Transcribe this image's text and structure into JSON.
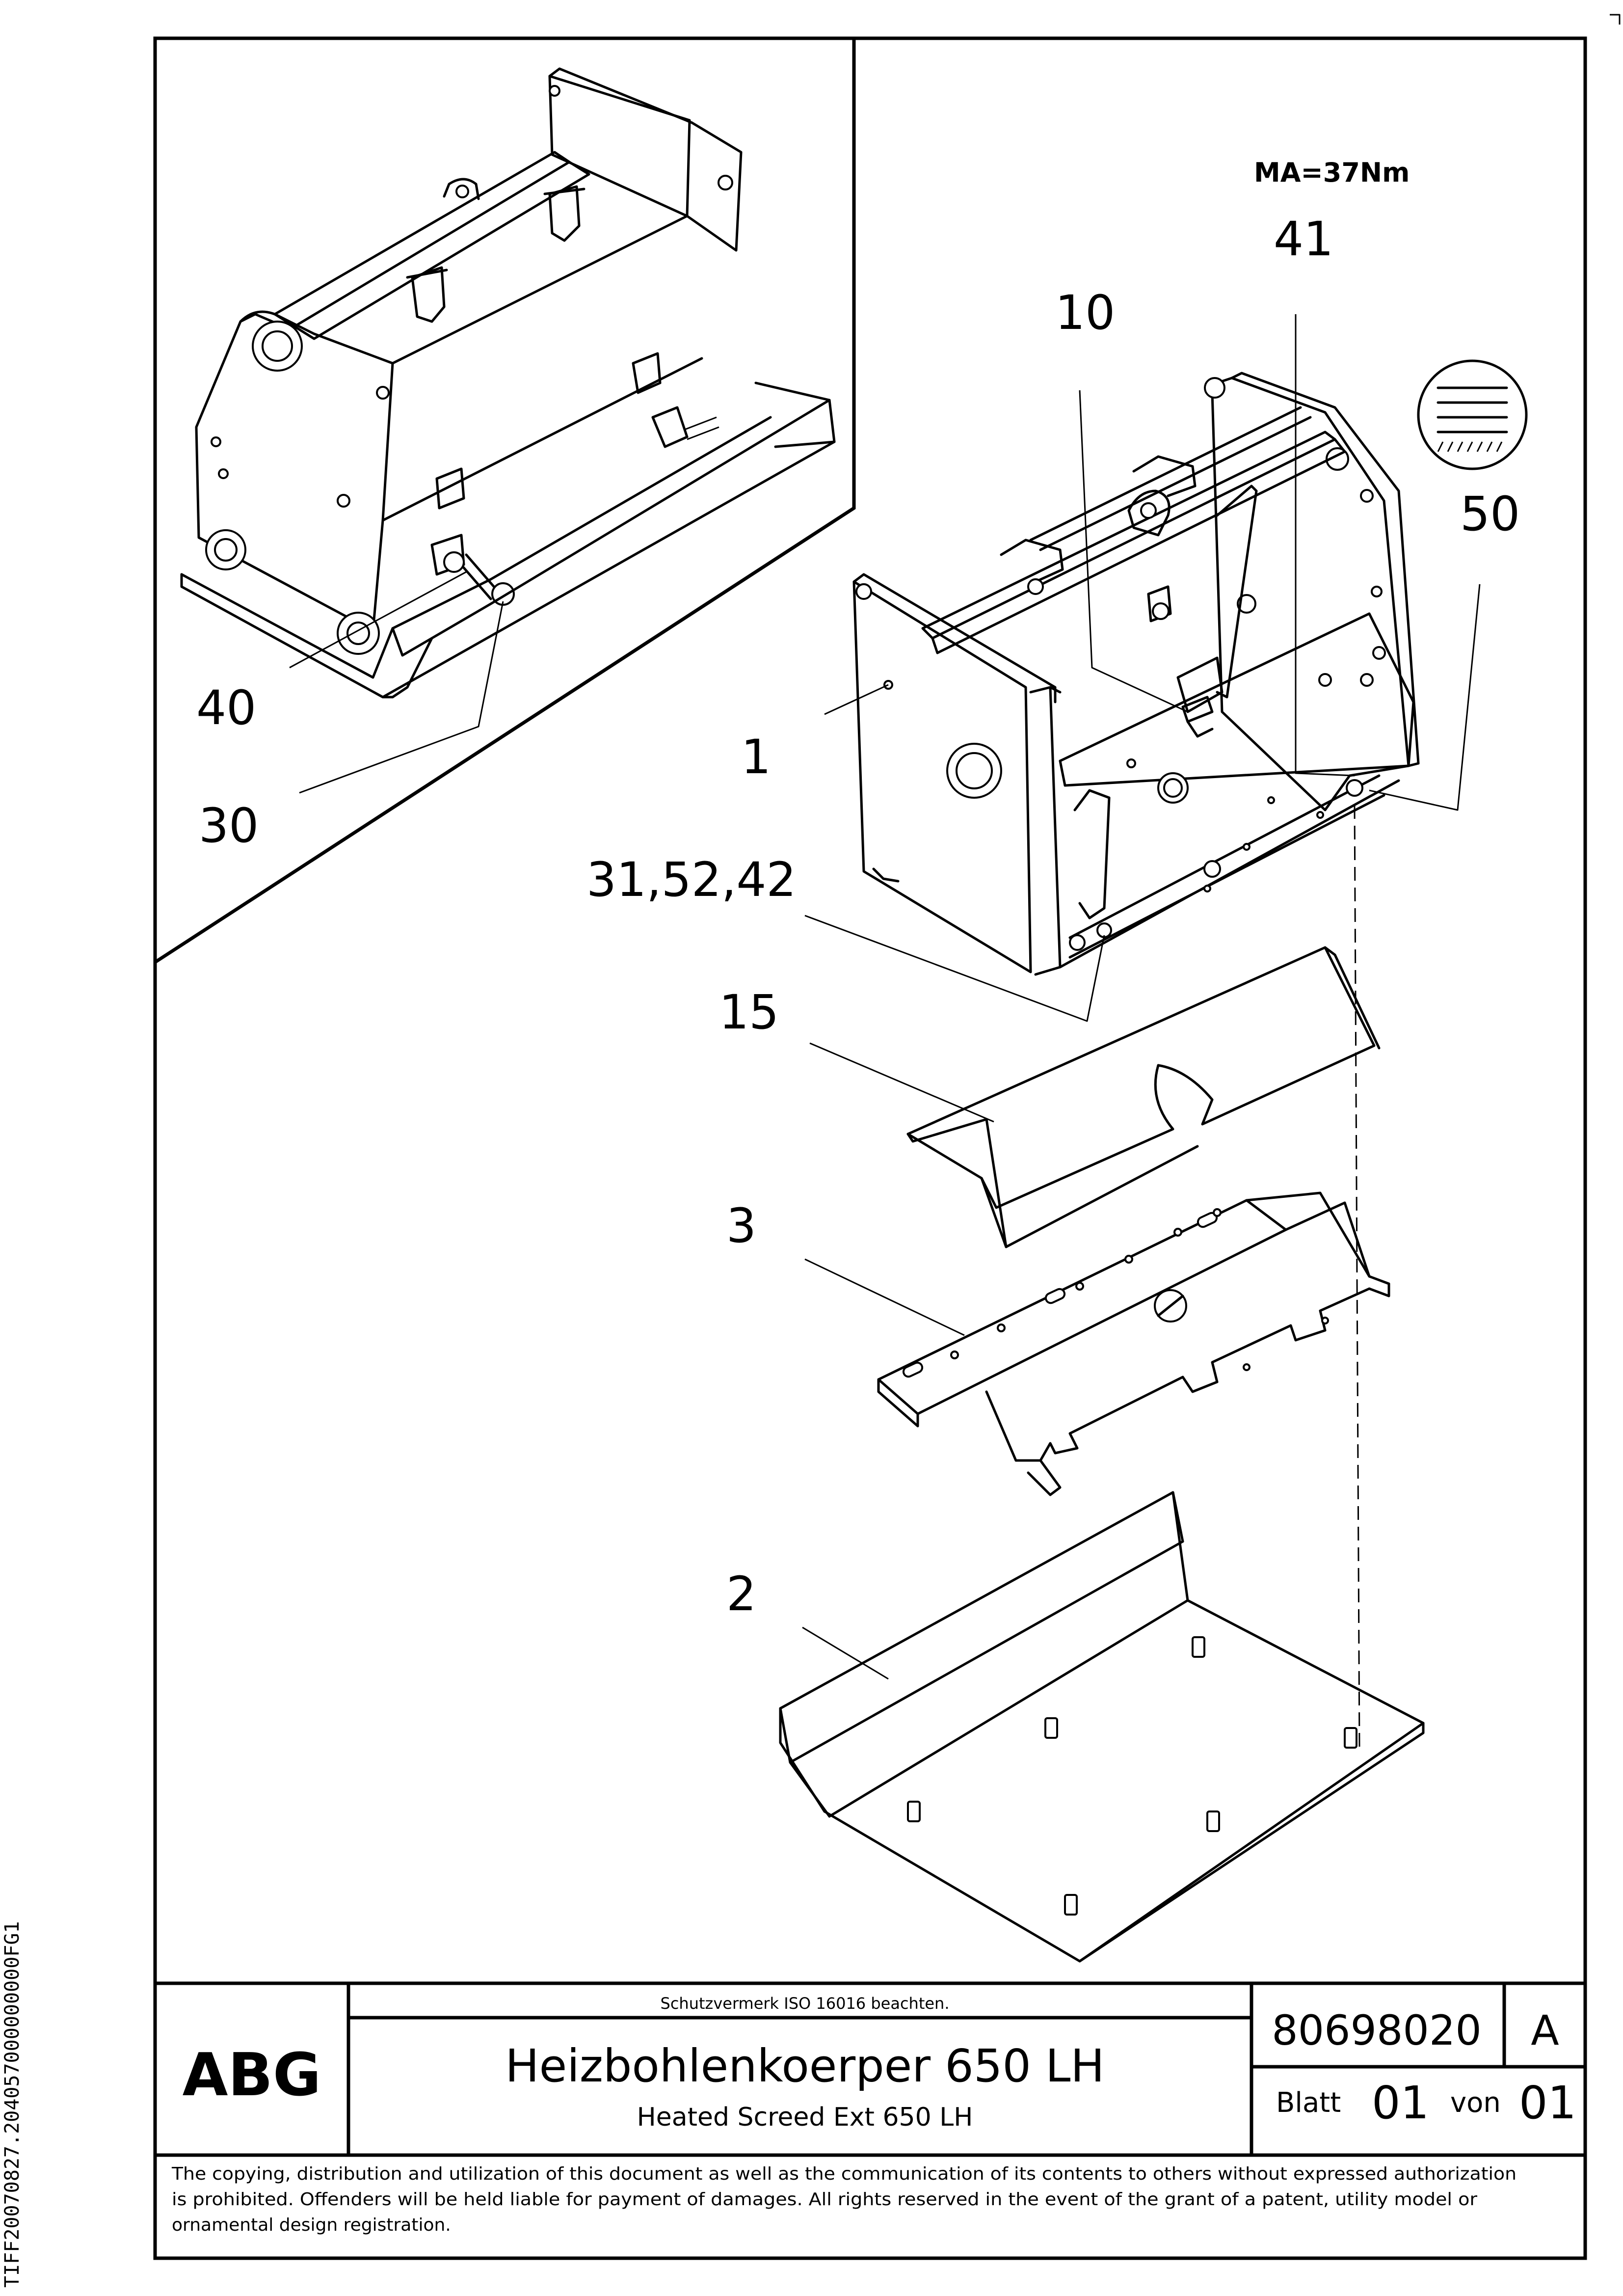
{
  "callouts": {
    "c1": "1",
    "c2": "2",
    "c3": "3",
    "c10": "10",
    "c15": "15",
    "c30": "30",
    "c40": "40",
    "c41": "41",
    "c50": "50",
    "c31_52_42": "31,52,42"
  },
  "torque_note": "MA=37Nm",
  "title_block": {
    "logo": "ABG",
    "protection_note": "Schutzvermerk ISO 16016 beachten.",
    "title_de": "Heizbohlenkoerper 650 LH",
    "title_en": "Heated Screed Ext 650 LH",
    "drawing_number": "80698020",
    "revision": "A",
    "sheet_label": "Blatt",
    "sheet_number": "01",
    "of_label": "von",
    "sheet_total": "01"
  },
  "copyright": {
    "line1": "The copying, distribution and utilization of this document as well as the communication of its contents to others without expressed authorization",
    "line2": "is prohibited. Offenders will be held liable for payment of damages. All rights reserved in the event of the grant of a patent, utility model or",
    "line3": "ornamental design registration."
  },
  "side_id": "TIFF20070827.204057000000000FG1"
}
